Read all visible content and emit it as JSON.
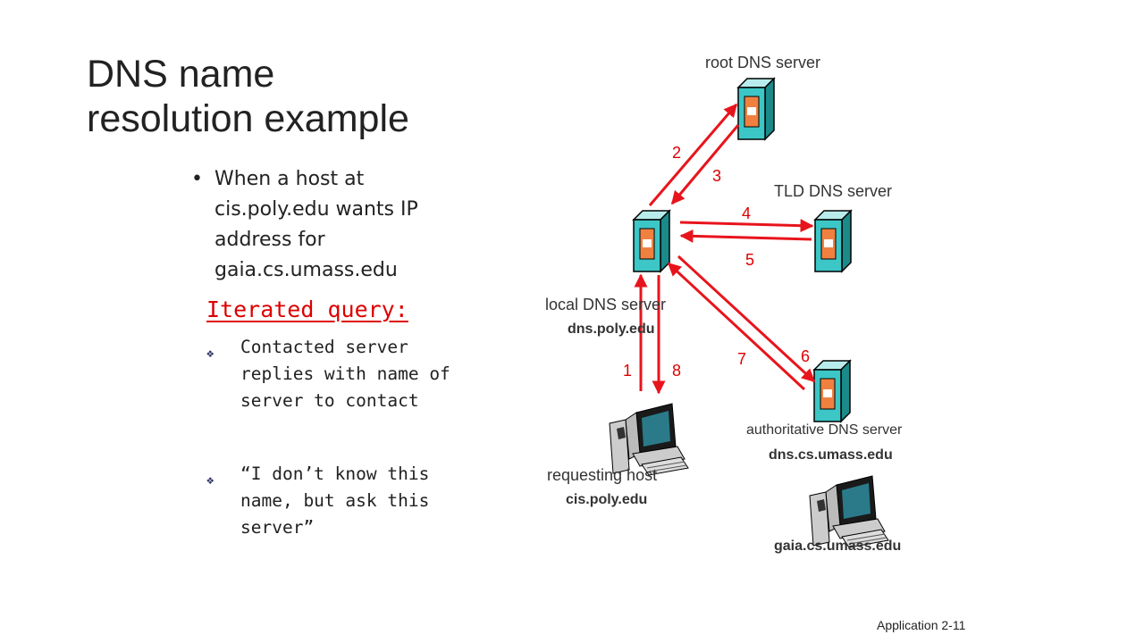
{
  "slide": {
    "title_line1": "DNS name",
    "title_line2": "resolution example",
    "bullet": "When a host at cis.poly.edu wants IP address for gaia.cs.umass.edu",
    "iterated_title": "Iterated query:",
    "points": [
      "Contacted server replies with name of server to contact",
      "“I don’t know this name, but ask this server”"
    ],
    "footer": "Application 2-11"
  },
  "diagram": {
    "root_label": "root DNS server",
    "tld_label": "TLD DNS server",
    "local_label": "local DNS server",
    "local_host": "dns.poly.edu",
    "auth_label": "authoritative DNS server",
    "auth_host": "dns.cs.umass.edu",
    "requesting_label": "requesting host",
    "requesting_host": "cis.poly.edu",
    "target_host": "gaia.cs.umass.edu",
    "steps": [
      "1",
      "2",
      "3",
      "4",
      "5",
      "6",
      "7",
      "8"
    ],
    "colors": {
      "arrow": "#e8141c",
      "server_face": "#3cc6c6",
      "server_side": "#1a8a8a",
      "server_panel": "#f08040"
    }
  }
}
